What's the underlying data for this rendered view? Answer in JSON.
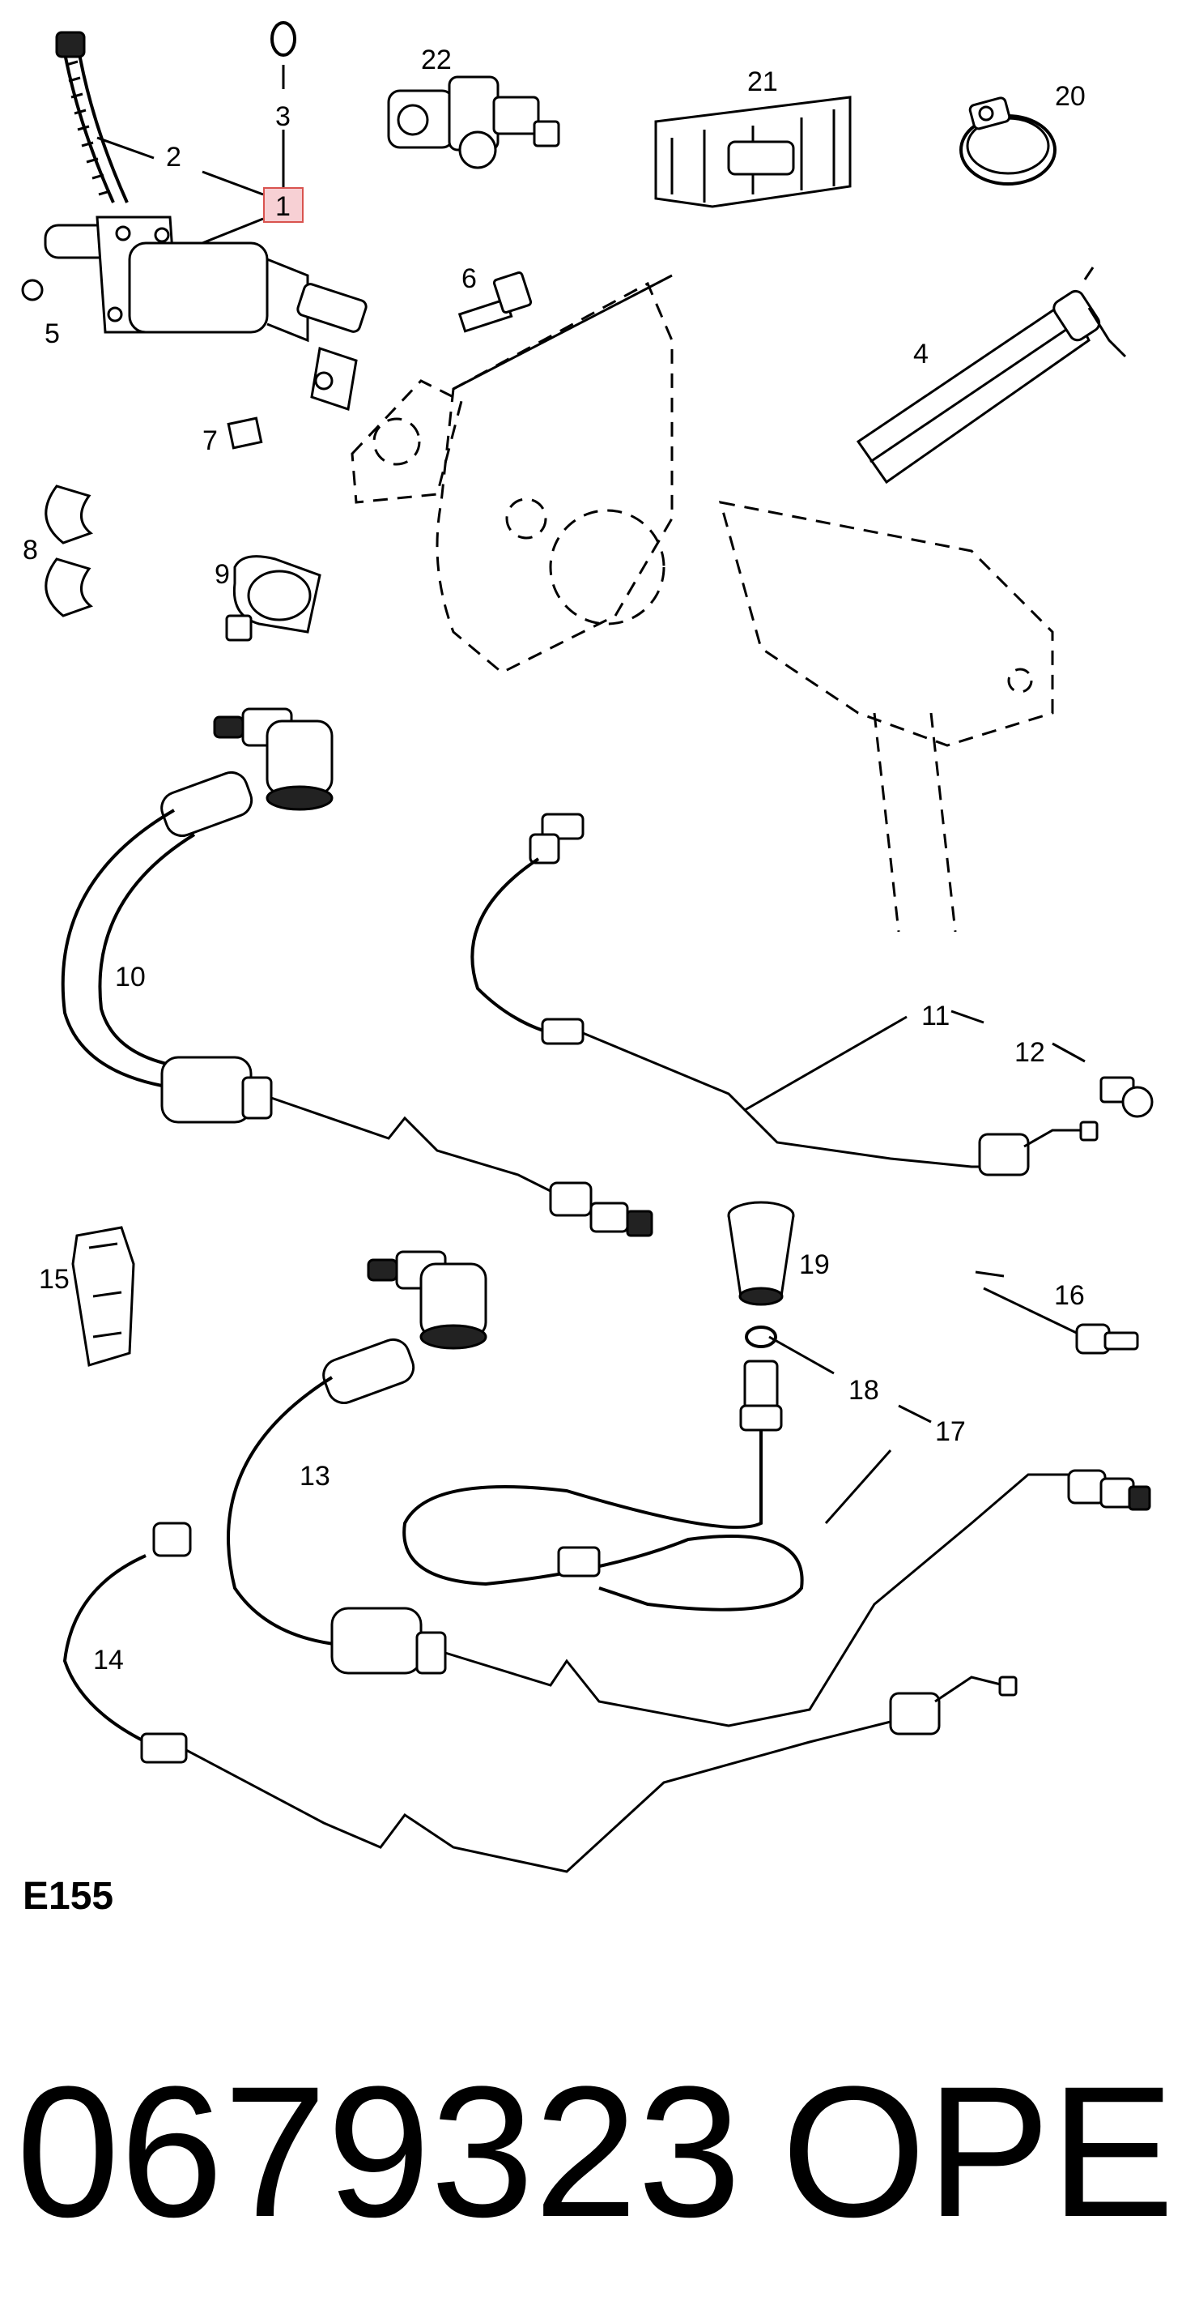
{
  "diagram": {
    "callouts": [
      "1",
      "2",
      "3",
      "4",
      "5",
      "6",
      "7",
      "8",
      "9",
      "10",
      "11",
      "12",
      "13",
      "14",
      "15",
      "16",
      "17",
      "18",
      "19",
      "20",
      "21",
      "22"
    ],
    "highlighted_callout": "1",
    "highlight_color": "#f7d0d4",
    "highlight_border": "#d9534f",
    "figure_code": "E155"
  },
  "footer": {
    "part_number": "0679323",
    "brand": "OPEL"
  }
}
